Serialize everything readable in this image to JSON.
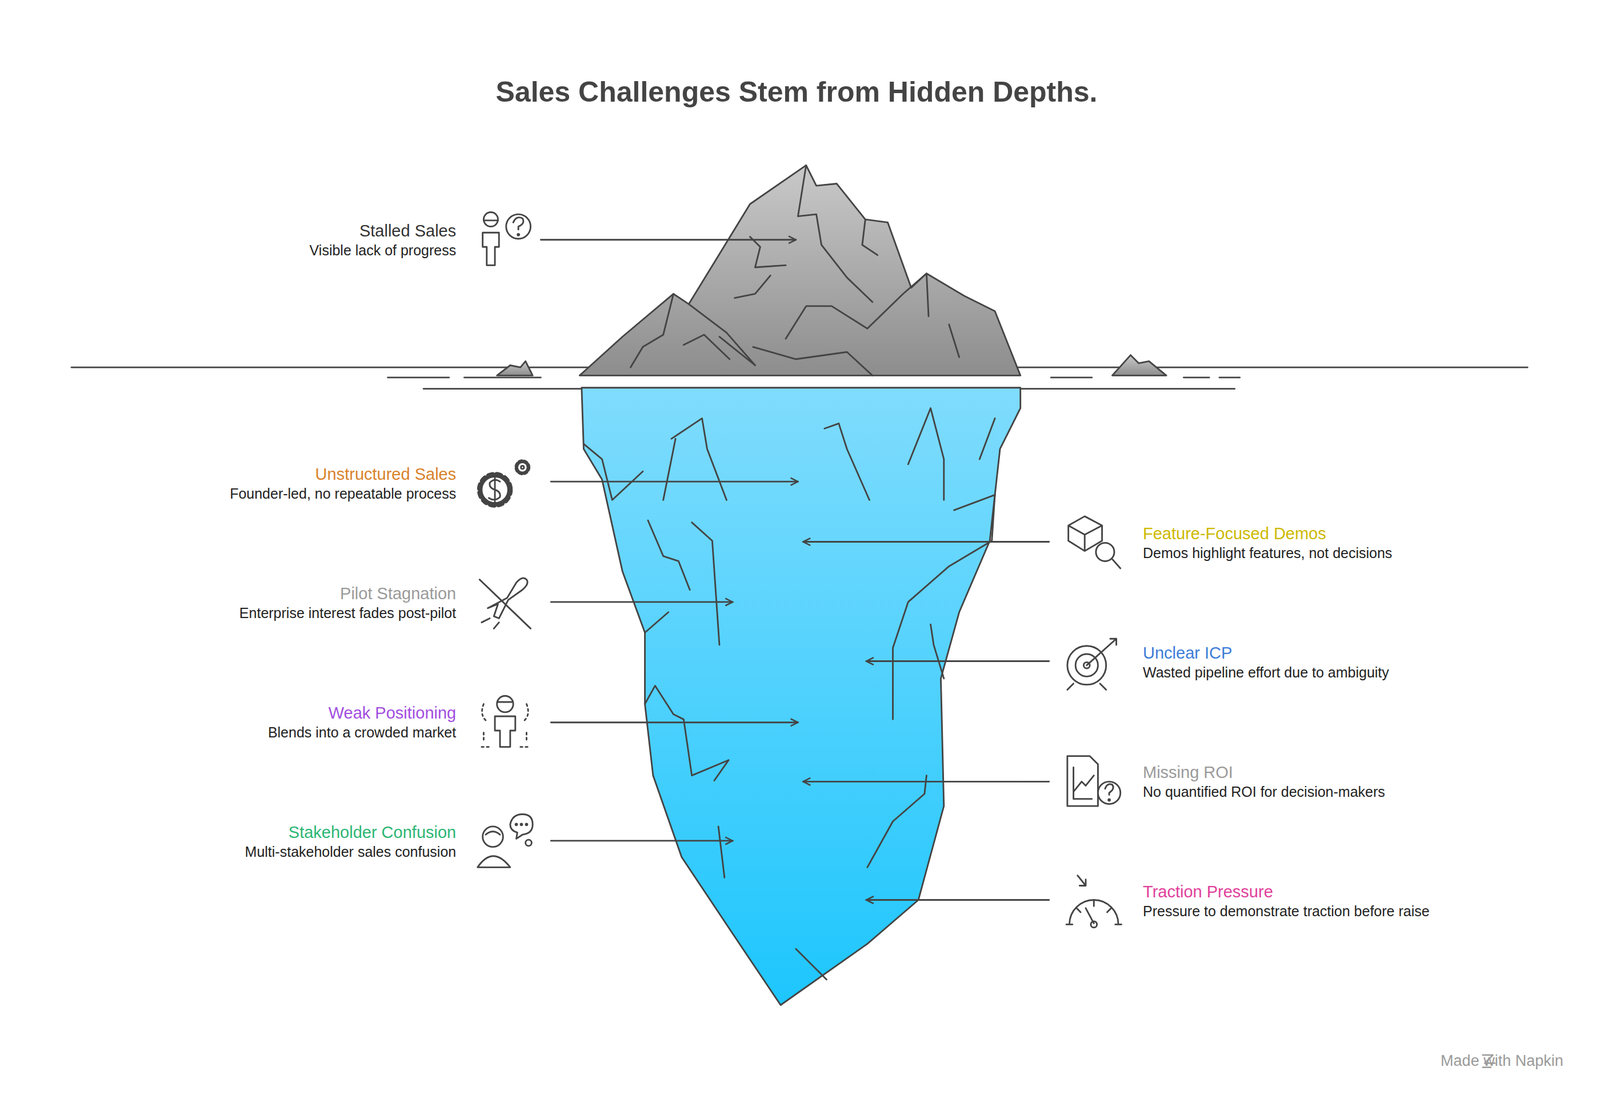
{
  "diagram": {
    "title": "Sales Challenges Stem from Hidden Depths.",
    "labels": [
      "Stalled Sales",
      "Visible lack of progress",
      "Unstructured Sales",
      "Founder-led, no repeatable process",
      "Feature-Focused Demos",
      "Demos highlight features, not decisions",
      "Pilot Stagnation",
      "Enterprise interest fades post-pilot",
      "Unclear ICP",
      "Wasted pipeline effort due to ambiguity",
      "Weak Positioning",
      "Blends into a crowded market",
      "Missing ROI",
      "No quantified ROI for decision-makers",
      "Stakeholder Confusion",
      "Multi-stakeholder sales confusion",
      "Traction Pressure",
      "Pressure to demonstrate traction before raise",
      "Made with Napkin"
    ]
  }
}
